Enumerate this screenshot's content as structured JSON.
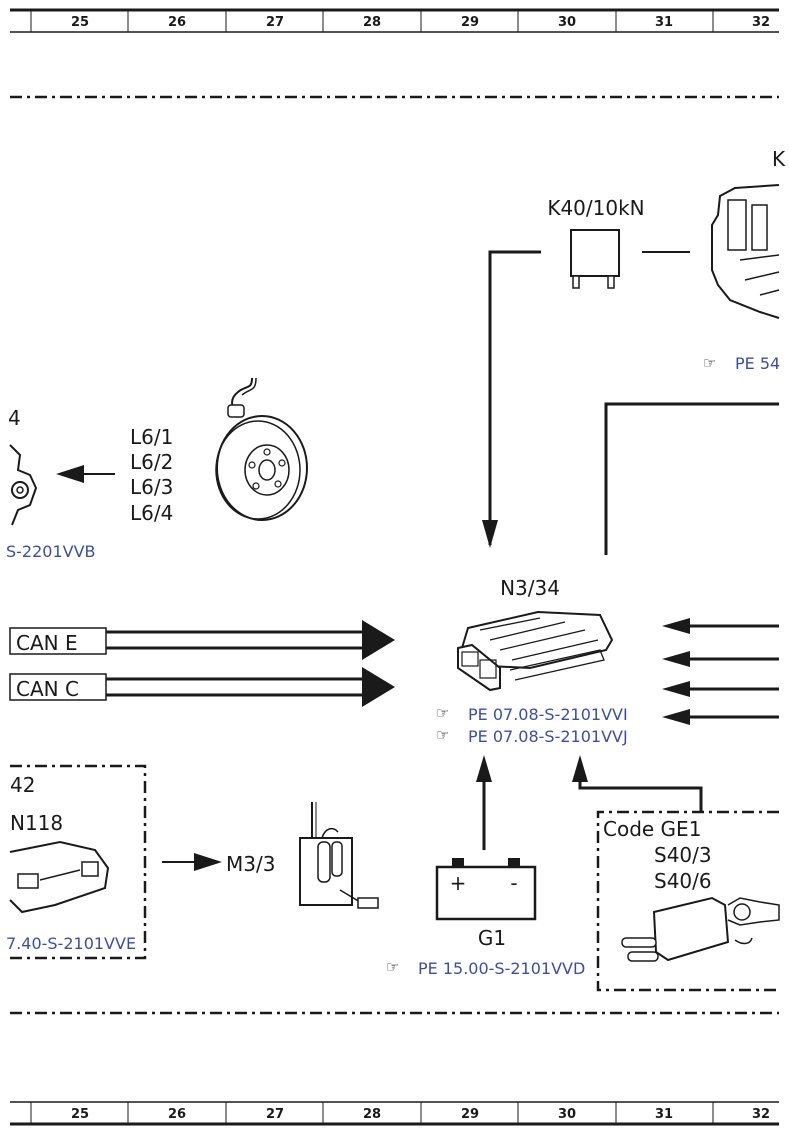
{
  "ruler": {
    "columns": [
      "25",
      "26",
      "27",
      "28",
      "29",
      "30",
      "31",
      "32"
    ]
  },
  "components": {
    "relay": {
      "label": "K40/10kN"
    },
    "fuse_box_ref": {
      "ref": "PE 54"
    },
    "wheel_sensors": {
      "labels": [
        "L6/1",
        "L6/2",
        "L6/3",
        "L6/4"
      ]
    },
    "left_partial": {
      "label": "4",
      "ref": "S-2201VVB"
    },
    "ecu": {
      "label": "N3/34",
      "refs": [
        "PE 07.08-S-2101VVI",
        "PE 07.08-S-2101VVJ"
      ]
    },
    "can_e": {
      "label": "CAN E"
    },
    "can_c": {
      "label": "CAN C"
    },
    "box_left": {
      "title": "42",
      "module": "N118",
      "ref": "7.40-S-2101VVE"
    },
    "pump": {
      "label": "M3/3"
    },
    "battery": {
      "label": "G1",
      "plus": "+",
      "minus": "-",
      "ref": "PE 15.00-S-2101VVD"
    },
    "box_right": {
      "code": "Code GE1",
      "labels": [
        "S40/3",
        "S40/6"
      ]
    },
    "top_right_partial": {
      "label": "K"
    }
  }
}
